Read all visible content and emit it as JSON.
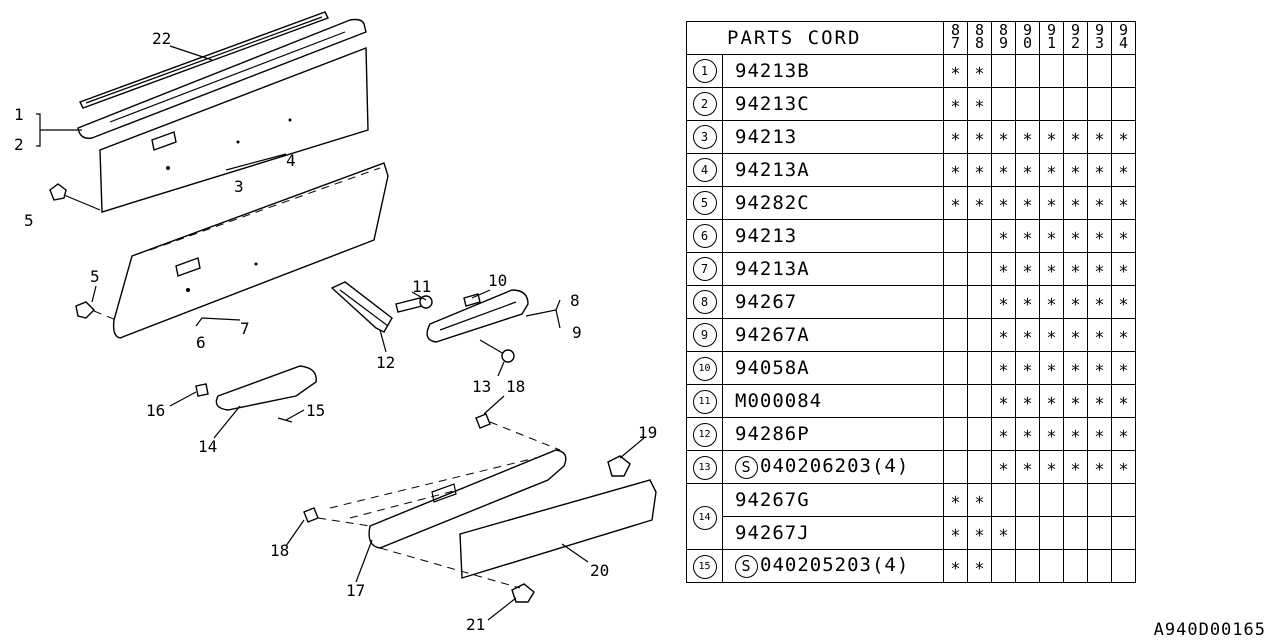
{
  "diagram": {
    "labels": [
      "1",
      "2",
      "3",
      "4",
      "5",
      "5",
      "6",
      "7",
      "8",
      "9",
      "10",
      "11",
      "12",
      "13",
      "14",
      "15",
      "16",
      "17",
      "18",
      "18",
      "19",
      "20",
      "21",
      "22"
    ]
  },
  "table": {
    "header": "PARTS CORD",
    "years": [
      [
        "8",
        "7"
      ],
      [
        "8",
        "8"
      ],
      [
        "8",
        "9"
      ],
      [
        "9",
        "0"
      ],
      [
        "9",
        "1"
      ],
      [
        "9",
        "2"
      ],
      [
        "9",
        "3"
      ],
      [
        "9",
        "4"
      ]
    ],
    "star_symbol": "∗",
    "s_symbol": "S",
    "rows": [
      {
        "index": "1",
        "code": "94213B",
        "marks": [
          1,
          1,
          0,
          0,
          0,
          0,
          0,
          0
        ]
      },
      {
        "index": "2",
        "code": "94213C",
        "marks": [
          1,
          1,
          0,
          0,
          0,
          0,
          0,
          0
        ]
      },
      {
        "index": "3",
        "code": "94213",
        "marks": [
          1,
          1,
          1,
          1,
          1,
          1,
          1,
          1
        ]
      },
      {
        "index": "4",
        "code": "94213A",
        "marks": [
          1,
          1,
          1,
          1,
          1,
          1,
          1,
          1
        ]
      },
      {
        "index": "5",
        "code": "94282C",
        "marks": [
          1,
          1,
          1,
          1,
          1,
          1,
          1,
          1
        ]
      },
      {
        "index": "6",
        "code": "94213",
        "marks": [
          0,
          0,
          1,
          1,
          1,
          1,
          1,
          1
        ]
      },
      {
        "index": "7",
        "code": "94213A",
        "marks": [
          0,
          0,
          1,
          1,
          1,
          1,
          1,
          1
        ]
      },
      {
        "index": "8",
        "code": "94267",
        "marks": [
          0,
          0,
          1,
          1,
          1,
          1,
          1,
          1
        ]
      },
      {
        "index": "9",
        "code": "94267A",
        "marks": [
          0,
          0,
          1,
          1,
          1,
          1,
          1,
          1
        ]
      },
      {
        "index": "10",
        "code": "94058A",
        "marks": [
          0,
          0,
          1,
          1,
          1,
          1,
          1,
          1
        ]
      },
      {
        "index": "11",
        "code": "M000084",
        "marks": [
          0,
          0,
          1,
          1,
          1,
          1,
          1,
          1
        ]
      },
      {
        "index": "12",
        "code": "94286P",
        "marks": [
          0,
          0,
          1,
          1,
          1,
          1,
          1,
          1
        ]
      },
      {
        "index": "13",
        "code": "040206203(4)",
        "s_prefix": true,
        "marks": [
          0,
          0,
          1,
          1,
          1,
          1,
          1,
          1
        ]
      },
      {
        "index": "14",
        "code": "94267G",
        "marks": [
          1,
          1,
          0,
          0,
          0,
          0,
          0,
          0
        ],
        "rowspan_index": 2
      },
      {
        "index": "",
        "code": "94267J",
        "marks": [
          1,
          1,
          1,
          0,
          0,
          0,
          0,
          0
        ],
        "continuation": true
      },
      {
        "index": "15",
        "code": "040205203(4)",
        "s_prefix": true,
        "marks": [
          1,
          1,
          0,
          0,
          0,
          0,
          0,
          0
        ]
      }
    ]
  },
  "ref_code": "A940D00165"
}
